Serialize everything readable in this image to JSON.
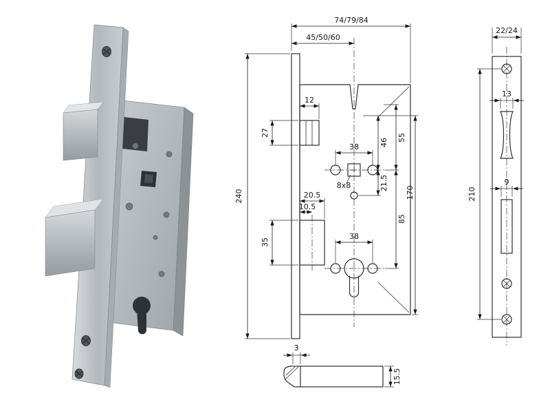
{
  "body_view": {
    "overall_depth": "74/79/84",
    "backset": "45/50/60",
    "faceplate_height": "240",
    "latch_width": "12",
    "latch_height": "27",
    "follower_hole_spacing": "38",
    "follower_square": "8x8",
    "latch_to_follower": "46",
    "top_to_follower": "55",
    "follower_to_hole": "21.5",
    "fixing_length": "170",
    "centre_distance": "85",
    "cylinder_hole_spacing": "38",
    "deadbolt_width": "20.5",
    "deadbolt_half_width": "10.5",
    "deadbolt_height": "35"
  },
  "faceplate_view": {
    "width": "22/24",
    "latch_cutout_width": "13",
    "screw_centres": "210",
    "bolt_cutout_width": "9"
  },
  "latch_detail": {
    "projection": "3",
    "height": "15.5"
  }
}
